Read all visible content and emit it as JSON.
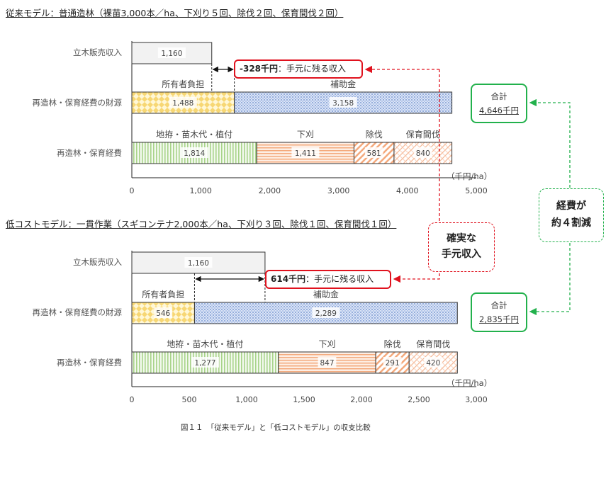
{
  "chart_data": [
    {
      "type": "bar",
      "title": "従来モデル：普通造林（裸苗3,000本／ha、下刈り５回、除伐２回、保育間伐２回）",
      "unit": "（千円/ha）",
      "xlim": [
        0,
        5000
      ],
      "ticks": [
        "0",
        "1,000",
        "2,000",
        "3,000",
        "4,000",
        "5,000"
      ],
      "tick_values": [
        0,
        1000,
        2000,
        3000,
        4000,
        5000
      ],
      "rows": [
        {
          "label": "立木販売収入",
          "segments": [
            {
              "name": "",
              "value": 1160,
              "value_label": "1,160",
              "pattern": "gray"
            }
          ]
        },
        {
          "label": "再造林・保育経費の財源",
          "segments": [
            {
              "name": "所有者負担",
              "value": 1488,
              "value_label": "1,488",
              "pattern": "diamond-yellow"
            },
            {
              "name": "補助金",
              "value": 3158,
              "value_label": "3,158",
              "pattern": "dots-blue"
            }
          ]
        },
        {
          "label": "再造林・保育経費",
          "segments": [
            {
              "name": "地拵・苗木代・植付",
              "value": 1814,
              "value_label": "1,814",
              "pattern": "vstripe-green"
            },
            {
              "name": "下刈",
              "value": 1411,
              "value_label": "1,411",
              "pattern": "hstripe-orange"
            },
            {
              "name": "除伐",
              "value": 581,
              "value_label": "581",
              "pattern": "diag-orange"
            },
            {
              "name": "保育間伐",
              "value": 840,
              "value_label": "840",
              "pattern": "check-orange"
            }
          ]
        }
      ],
      "margin_value": -328,
      "margin_prefix": "-328千円",
      "margin_text": "：手元に残る収入",
      "total_label": "合計",
      "total_value": "4,646千円"
    },
    {
      "type": "bar",
      "title": "低コストモデル：一貫作業（スギコンテナ2,000本／ha、下刈り３回、除伐１回、保育間伐１回）",
      "unit": "（千円/ha）",
      "xlim": [
        0,
        3000
      ],
      "ticks": [
        "0",
        "500",
        "1,000",
        "1,500",
        "2,000",
        "2,500",
        "3,000"
      ],
      "tick_values": [
        0,
        500,
        1000,
        1500,
        2000,
        2500,
        3000
      ],
      "rows": [
        {
          "label": "立木販売収入",
          "segments": [
            {
              "name": "",
              "value": 1160,
              "value_label": "1,160",
              "pattern": "gray"
            }
          ]
        },
        {
          "label": "再造林・保育経費の財源",
          "segments": [
            {
              "name": "所有者負担",
              "value": 546,
              "value_label": "546",
              "pattern": "diamond-yellow"
            },
            {
              "name": "補助金",
              "value": 2289,
              "value_label": "2,289",
              "pattern": "dots-blue"
            }
          ]
        },
        {
          "label": "再造林・保育経費",
          "segments": [
            {
              "name": "地拵・苗木代・植付",
              "value": 1277,
              "value_label": "1,277",
              "pattern": "vstripe-green"
            },
            {
              "name": "下刈",
              "value": 847,
              "value_label": "847",
              "pattern": "hstripe-orange"
            },
            {
              "name": "除伐",
              "value": 291,
              "value_label": "291",
              "pattern": "diag-orange"
            },
            {
              "name": "保育間伐",
              "value": 420,
              "value_label": "420",
              "pattern": "check-orange"
            }
          ]
        }
      ],
      "margin_value": 614,
      "margin_prefix": "614千円",
      "margin_text": "：手元に残る収入",
      "total_label": "合計",
      "total_value": "2,835千円"
    }
  ],
  "callouts": {
    "secure_income_line1": "確実な",
    "secure_income_line2": "手元収入",
    "cost_cut_line1": "経費が",
    "cost_cut_line2": "約４割減"
  },
  "caption": "図１１　「従来モデル」と「低コストモデル」の収支比較",
  "colors": {
    "red": "#e0121e",
    "green": "#22b14c",
    "gray_fill": "#f2f2f2",
    "yellow": "#f7d774",
    "blue": "#9db3e0",
    "green_stripe": "#b9dca0",
    "orange": "#f4a97c"
  }
}
